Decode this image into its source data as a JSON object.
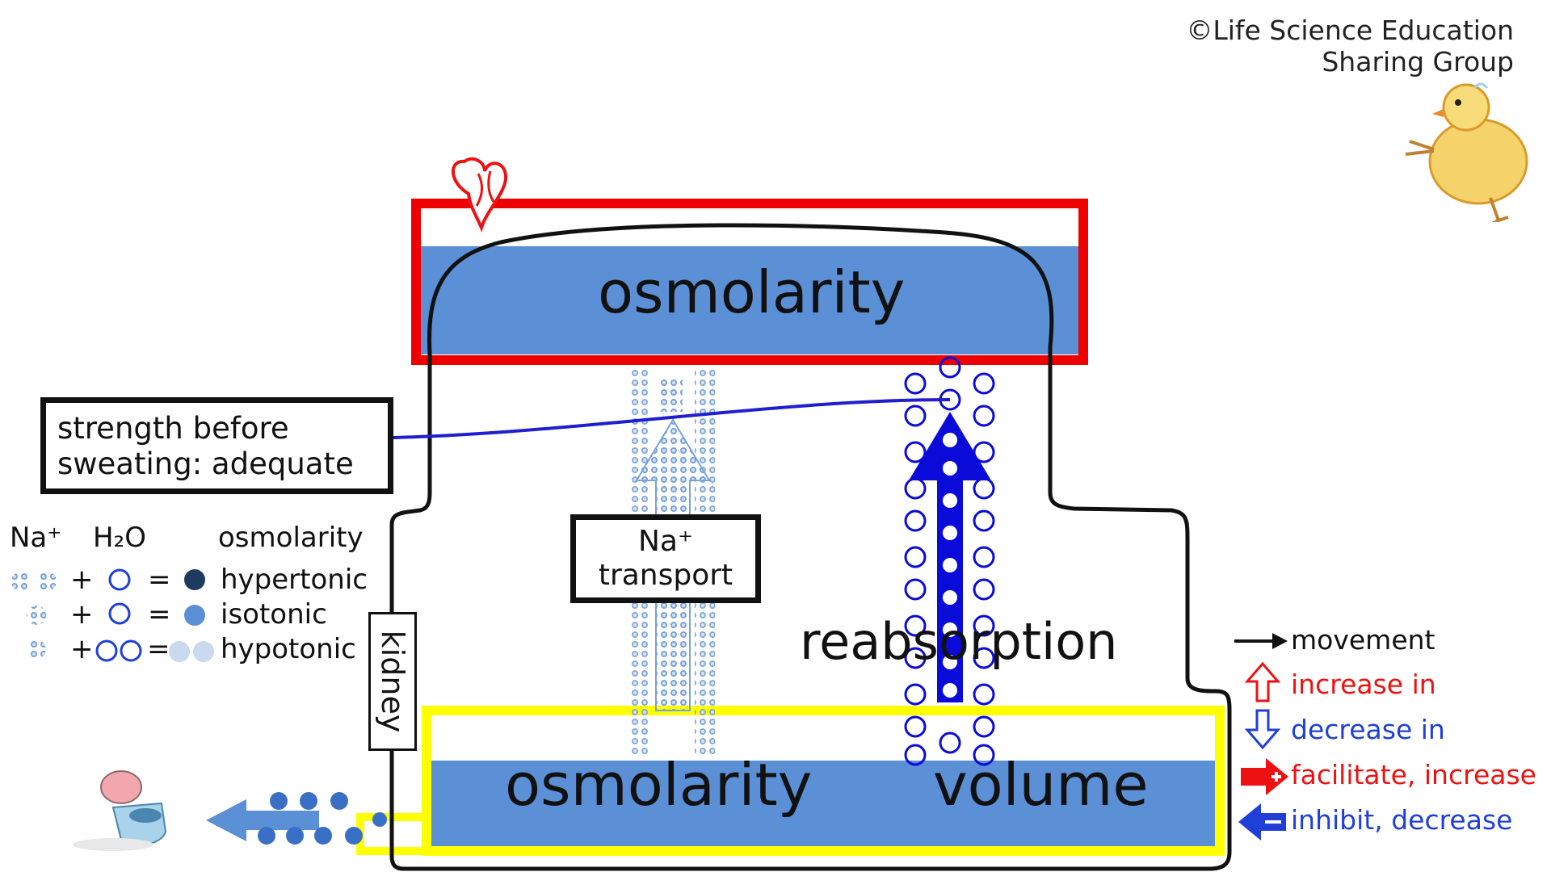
{
  "credit": {
    "line1": "©Life Science Education",
    "line2": "Sharing Group"
  },
  "upper_chamber": {
    "label": "osmolarity"
  },
  "lower_chamber": {
    "left_label": "osmolarity",
    "right_label": "volume"
  },
  "callout": {
    "line1": "strength before",
    "line2": "sweating: adequate"
  },
  "na_transport": {
    "line1": "Na⁺",
    "line2": "transport"
  },
  "reabsorption_label": "reabsorption",
  "kidney_label": "kidney",
  "legend": {
    "header_na": "Na⁺",
    "header_h2o": "H₂O",
    "header_osmolarity": "osmolarity",
    "rows": [
      {
        "plus": "+",
        "equals": "=",
        "label": "hypertonic"
      },
      {
        "plus": "+",
        "equals": "=",
        "label": "isotonic"
      },
      {
        "plus": "+",
        "equals": "=",
        "label": "hypotonic"
      }
    ]
  },
  "key": {
    "movement": "movement",
    "increase": "increase in",
    "decrease": "decrease in",
    "facilitate": "facilitate, increase",
    "inhibit": "inhibit, decrease"
  },
  "colors": {
    "heart_red": "#ee0000",
    "chamber_blue": "#5b8fd6",
    "urine_yellow": "#ffff00",
    "water_blue": "#0b0bd9",
    "salt_blue": "#7aa2d8",
    "increase_red": "#ee1111",
    "decrease_blue": "#1f3fd8"
  }
}
